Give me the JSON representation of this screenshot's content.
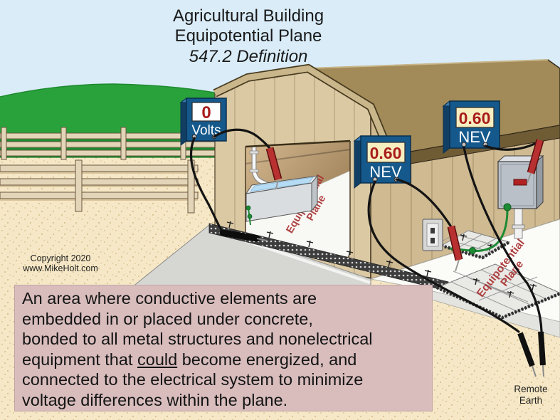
{
  "title": {
    "line1": "Agricultural Building",
    "line2": "Equipotential Plane",
    "line3": "547.2 Definition"
  },
  "copyright": {
    "line1": "Copyright 2020",
    "line2": "www.MikeHolt.com"
  },
  "meters": {
    "volts_meter": {
      "reading": "0",
      "unit": "Volts"
    },
    "nev_meter_middle": {
      "reading": "0.60",
      "unit": "NEV"
    },
    "nev_meter_right": {
      "reading": "0.60",
      "unit": "NEV"
    }
  },
  "floor_labels": {
    "interior": {
      "line1": "Equipotential",
      "line2": "Plane"
    },
    "exterior": {
      "line1": "Equipotential",
      "line2": "Plane"
    }
  },
  "remote_earth": {
    "line1": "Remote",
    "line2": "Earth"
  },
  "definition": {
    "line1": "An area where conductive elements are",
    "line2": "embedded in or placed under concrete,",
    "line3": "bonded to all metal structures and nonelectrical",
    "line4_pre": "equipment that ",
    "line4_underlined": "could",
    "line4_post": " become energized, and",
    "line5": "connected to the electrical system to minimize",
    "line6": "voltage differences within the plane."
  },
  "colors": {
    "sky": "#d9ecf8",
    "grass": "#2aa23c",
    "sand": "#f6e8c6",
    "roof": "#a28b58",
    "wall_front": "#dbc9a3",
    "wall_side": "#cfba92",
    "meter_blue": "#15598c",
    "meter_display_cream": "#f7eec0",
    "meter_display_white": "#ffffff",
    "digit_red": "#a81c1c",
    "wire_black": "#141414",
    "probe_red": "#b22222",
    "bond_green": "#1d8a34",
    "definition_bg": "#d9bdbd",
    "plane_label_red": "#a93333",
    "concrete": "#f4f4f1"
  }
}
